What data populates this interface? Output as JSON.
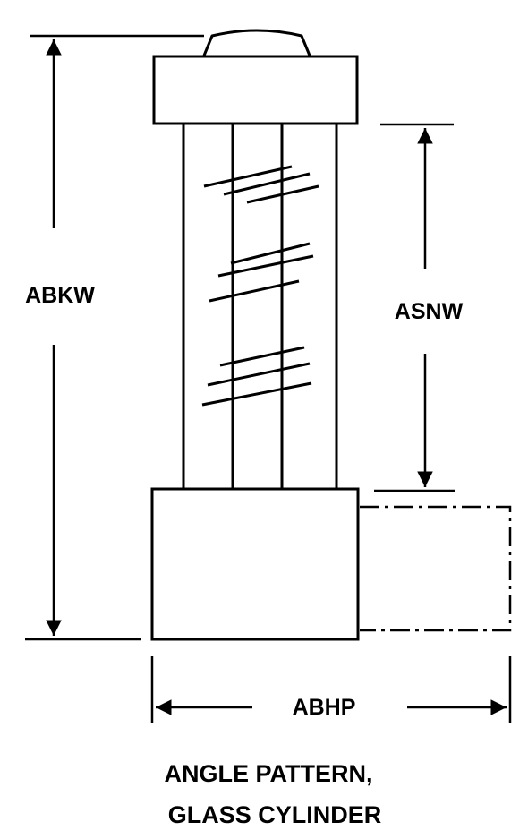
{
  "dimensions": {
    "overall_height": "ABKW",
    "sight_height": "ASNW",
    "width": "ABHP"
  },
  "caption": {
    "line1": "ANGLE PATTERN,",
    "line2": "GLASS CYLINDER"
  }
}
